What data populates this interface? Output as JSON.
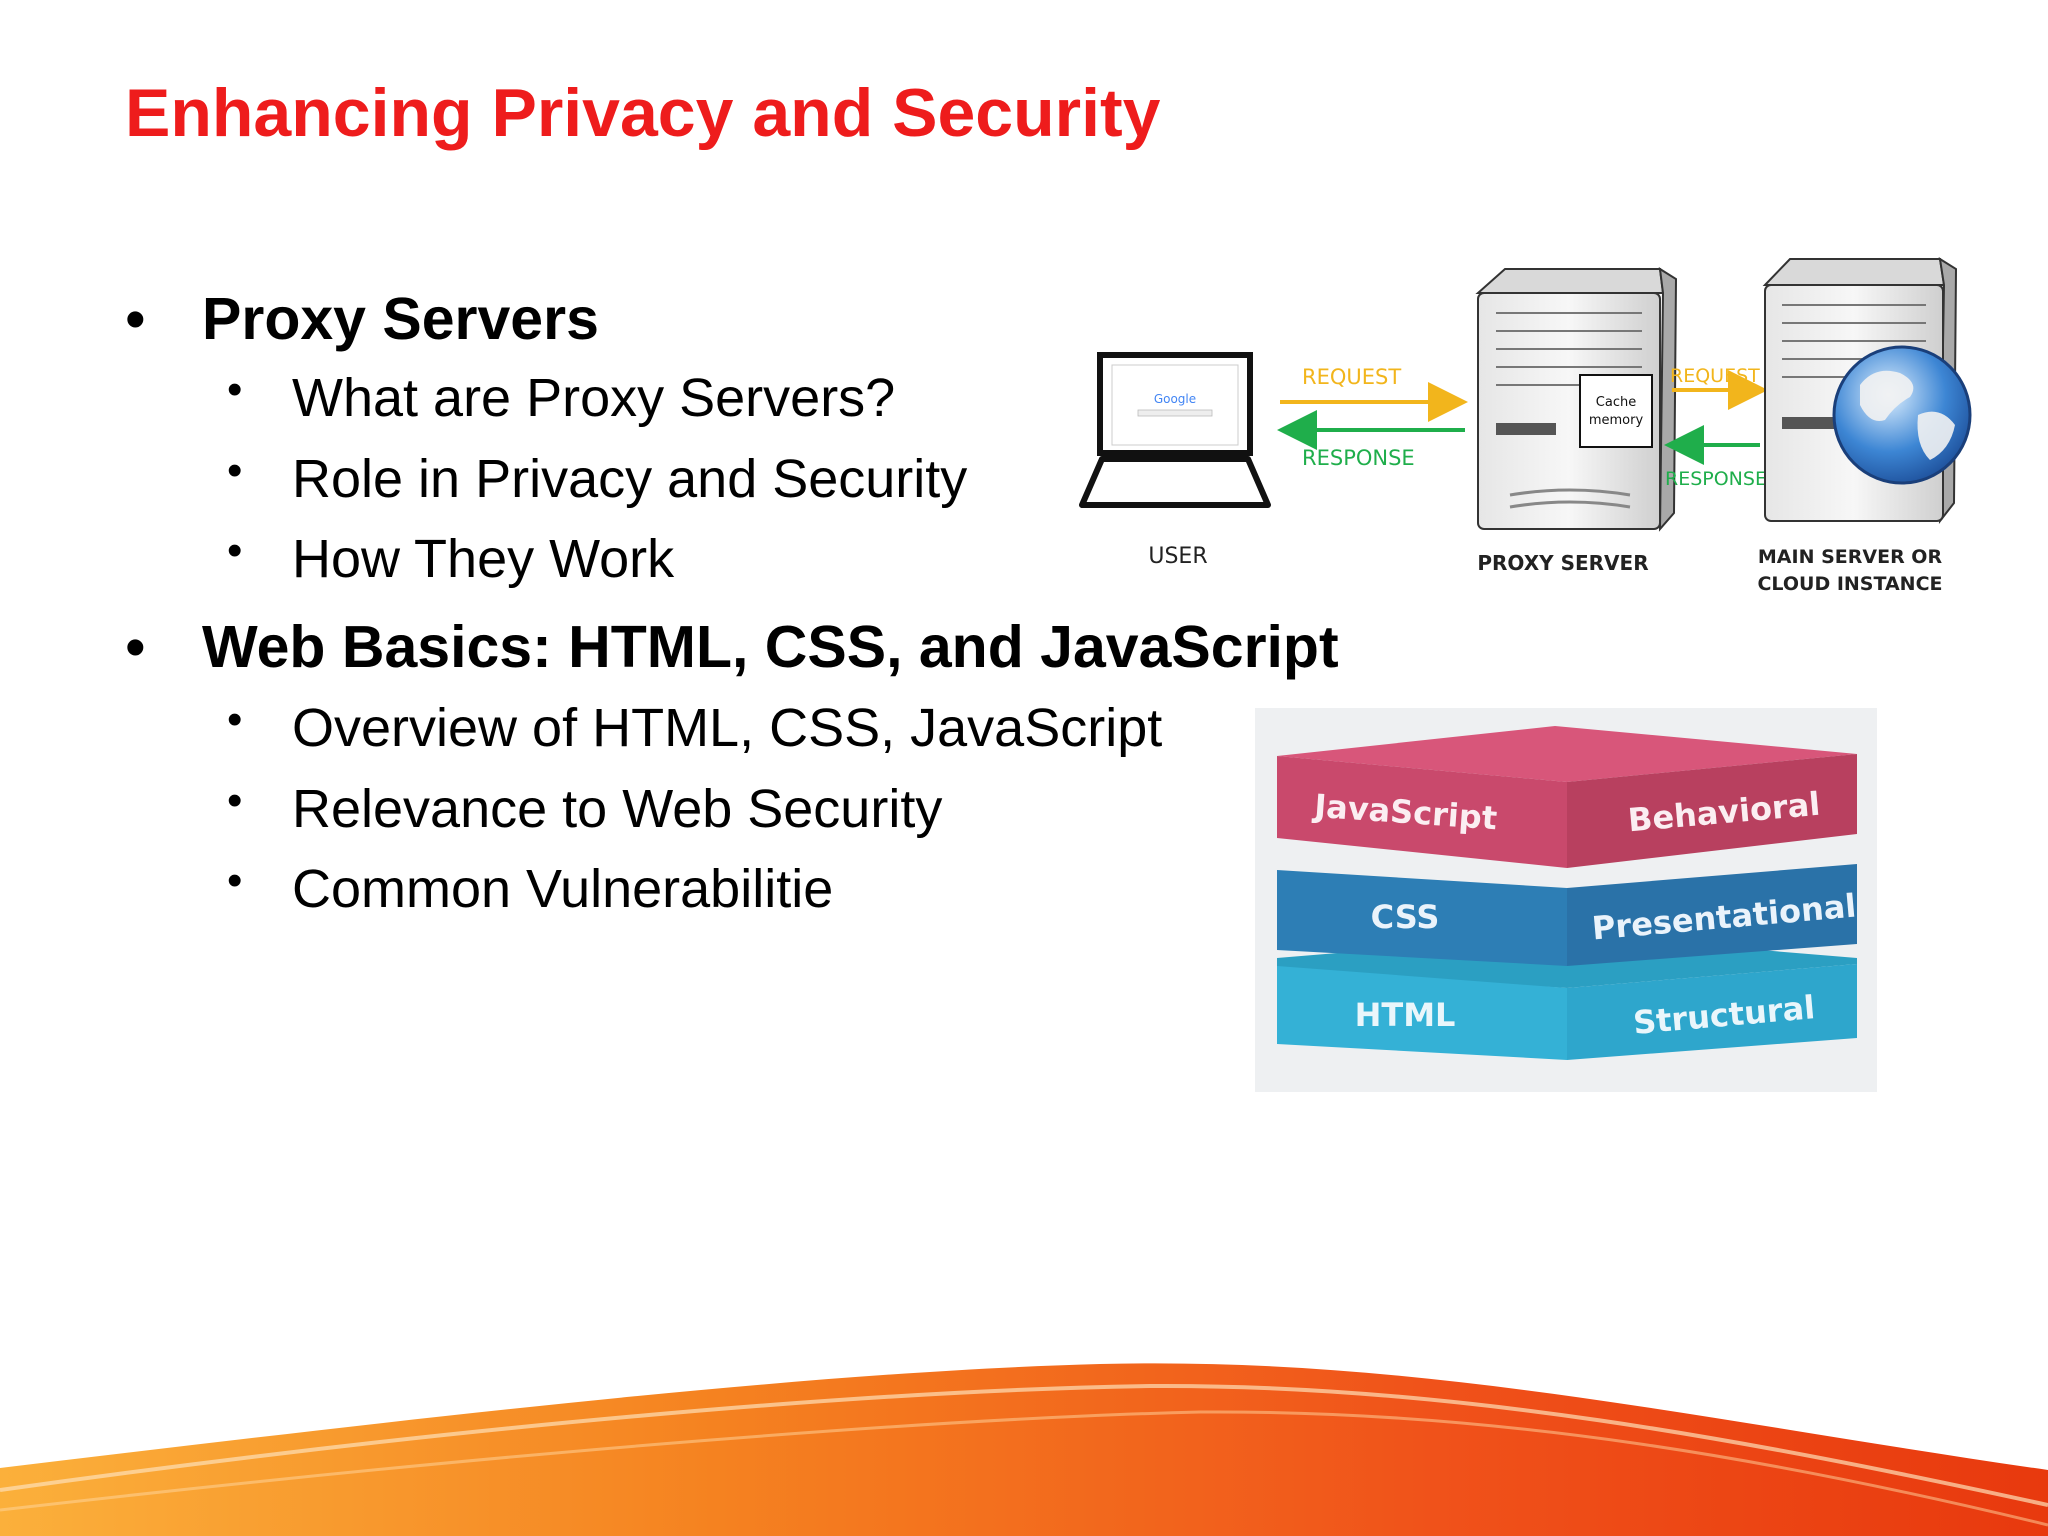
{
  "slide": {
    "title": "Enhancing Privacy and Security",
    "sections": [
      {
        "heading": "Proxy Servers",
        "items": [
          "What are Proxy Servers?",
          "Role in Privacy and Security",
          "How They Work"
        ]
      },
      {
        "heading": "Web Basics: HTML, CSS, and JavaScript",
        "items": [
          "Overview of HTML, CSS, JavaScript",
          "Relevance to Web Security",
          "Common Vulnerabilitie"
        ]
      }
    ]
  },
  "proxy_diagram": {
    "request_label_1": "REQUEST",
    "response_label_1": "RESPONSE",
    "request_label_2": "REQUEST",
    "response_label_2": "RESPONSE",
    "cache_line_1": "Cache",
    "cache_line_2": "memory",
    "user_label": "USER",
    "proxy_label": "PROXY SERVER",
    "main_server_line_1": "MAIN SERVER OR",
    "main_server_line_2": "CLOUD INSTANCE",
    "screen_logo": "Google",
    "request_color": "#f2b51c",
    "response_color": "#1fae4b"
  },
  "stack_diagram": {
    "layers": [
      {
        "name": "JavaScript",
        "role": "Behavioral",
        "color": "#c9496c"
      },
      {
        "name": "CSS",
        "role": "Presentational",
        "color": "#2d7eb5"
      },
      {
        "name": "HTML",
        "role": "Structural",
        "color": "#34b1d6"
      }
    ]
  },
  "colors": {
    "title": "#ee1c1c",
    "footer_wave": "#f26a10"
  }
}
